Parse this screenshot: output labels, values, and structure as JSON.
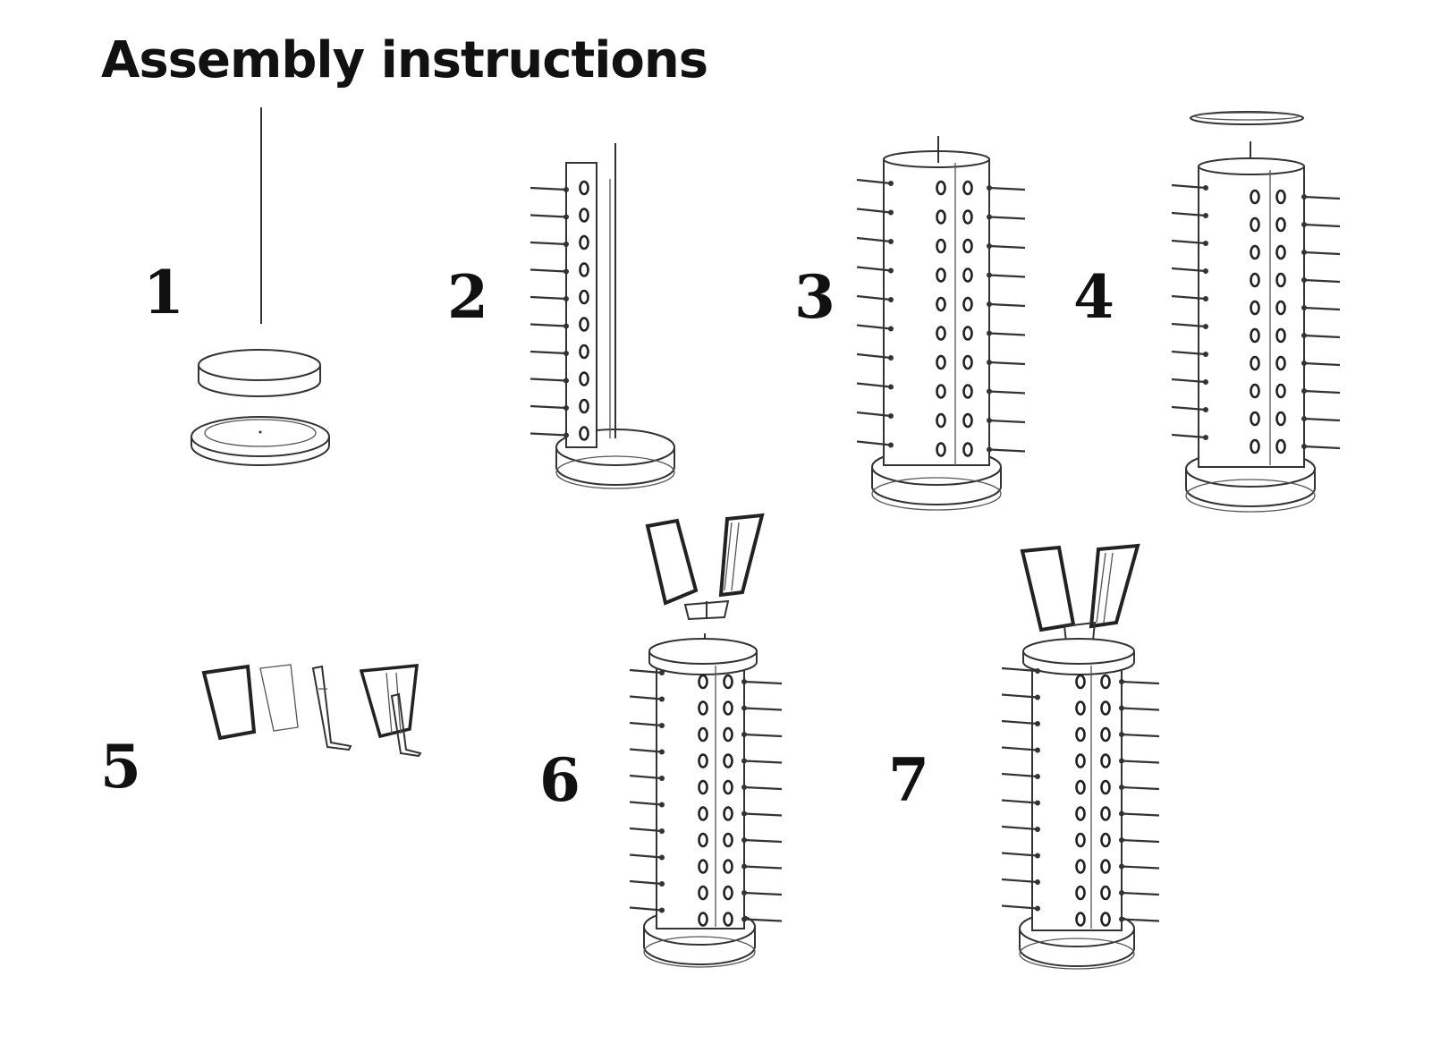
{
  "title": "Assembly instructions",
  "steps": [
    {
      "number": "1"
    },
    {
      "number": "2"
    },
    {
      "number": "3"
    },
    {
      "number": "4"
    },
    {
      "number": "5"
    },
    {
      "number": "6"
    },
    {
      "number": "7"
    }
  ],
  "colors": {
    "ink": "#111111",
    "line": "#333333",
    "background": "#ffffff"
  }
}
